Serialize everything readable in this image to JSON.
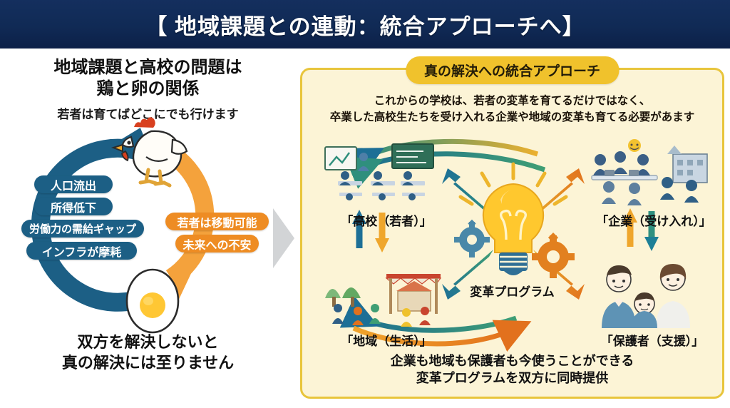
{
  "header": {
    "title": "【 地域課題との連動：統合アプローチへ】",
    "bg_color": "#102a55"
  },
  "left_panel": {
    "heading_line1": "地域課題と高校の問題は",
    "heading_line2": "鶏と卵の関係",
    "subheading": "若者は育てばどこにでも行けます",
    "cycle": {
      "top_icon": "chicken-icon",
      "bottom_icon": "egg-icon",
      "left_arrow_color": "#1c5f85",
      "right_arrow_color": "#f4a23c",
      "left_labels": [
        "人口流出",
        "所得低下",
        "労働力の需給ギャップ",
        "インフラが摩耗"
      ],
      "right_labels": [
        "若者は移動可能",
        "未来への不安"
      ]
    },
    "footer_line1": "双方を解決しないと",
    "footer_line2": "真の解決には至りません"
  },
  "right_panel": {
    "badge": "真の解決への統合アプローチ",
    "lead_line1": "これからの学校は、若者の変革を育てるだけではなく、",
    "lead_line2": "卒業した高校生たちを受け入れる企業や地域の変革も育てる必要があます",
    "center_label": "変革プログラム",
    "center_icon": "lightbulb-icon",
    "quadrants": [
      {
        "label": "「高校（若者）」",
        "icon": "classroom-icon",
        "position": "top-left"
      },
      {
        "label": "「企業（受け入れ）」",
        "icon": "office-meeting-icon",
        "position": "top-right"
      },
      {
        "label": "「地域（生活）」",
        "icon": "community-festival-icon",
        "position": "bottom-left"
      },
      {
        "label": "「保護者（支援）」",
        "icon": "family-icon",
        "position": "bottom-right"
      }
    ],
    "footer_line1": "企業も地域も保護者も今使うことができる",
    "footer_line2": "変革プログラムを双方に同時提供",
    "panel_bg": "#fcf4d6",
    "panel_border": "#e8c53c",
    "badge_bg": "#f0c22c"
  },
  "divider": {
    "icon": "right-arrow-divider",
    "color": "#d2d4d6"
  }
}
